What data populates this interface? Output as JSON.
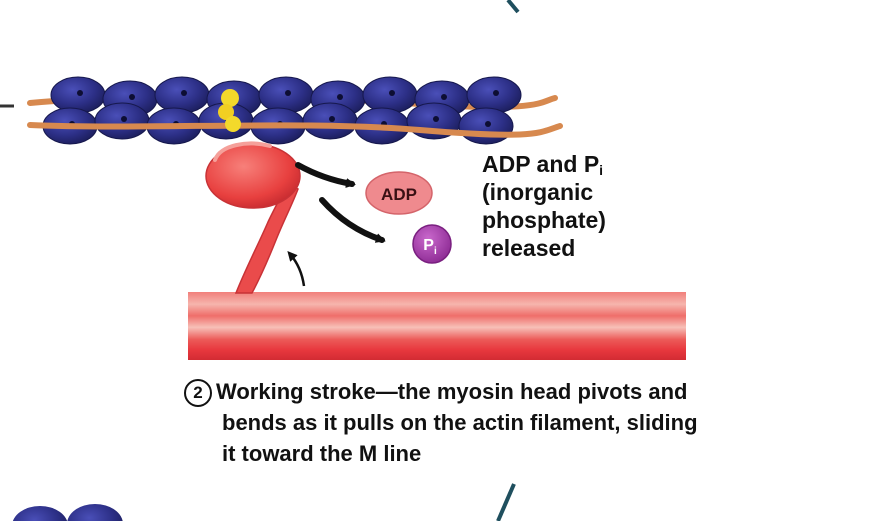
{
  "labels": {
    "adp": "ADP",
    "pi_main": "P",
    "pi_sub": "i"
  },
  "release_text": {
    "line1_prefix": "ADP and P",
    "line1_sub": "i",
    "line2": "(inorganic",
    "line3": "phosphate)",
    "line4": "released"
  },
  "caption": {
    "step_number": "2",
    "line1": "Working stroke—the myosin head pivots and",
    "line2": "bends as it pulls on the actin filament, sliding",
    "line3": "it toward the M line"
  },
  "colors": {
    "actin_bead": "#2c2f86",
    "tropomyosin": "#d7894f",
    "myosin_head": "#ec4a4a",
    "thick_filament": "#e8383e",
    "adp_bubble": "#ef8a8e",
    "pi_bubble": "#a23aa6",
    "troponin": "#f3d92b"
  }
}
